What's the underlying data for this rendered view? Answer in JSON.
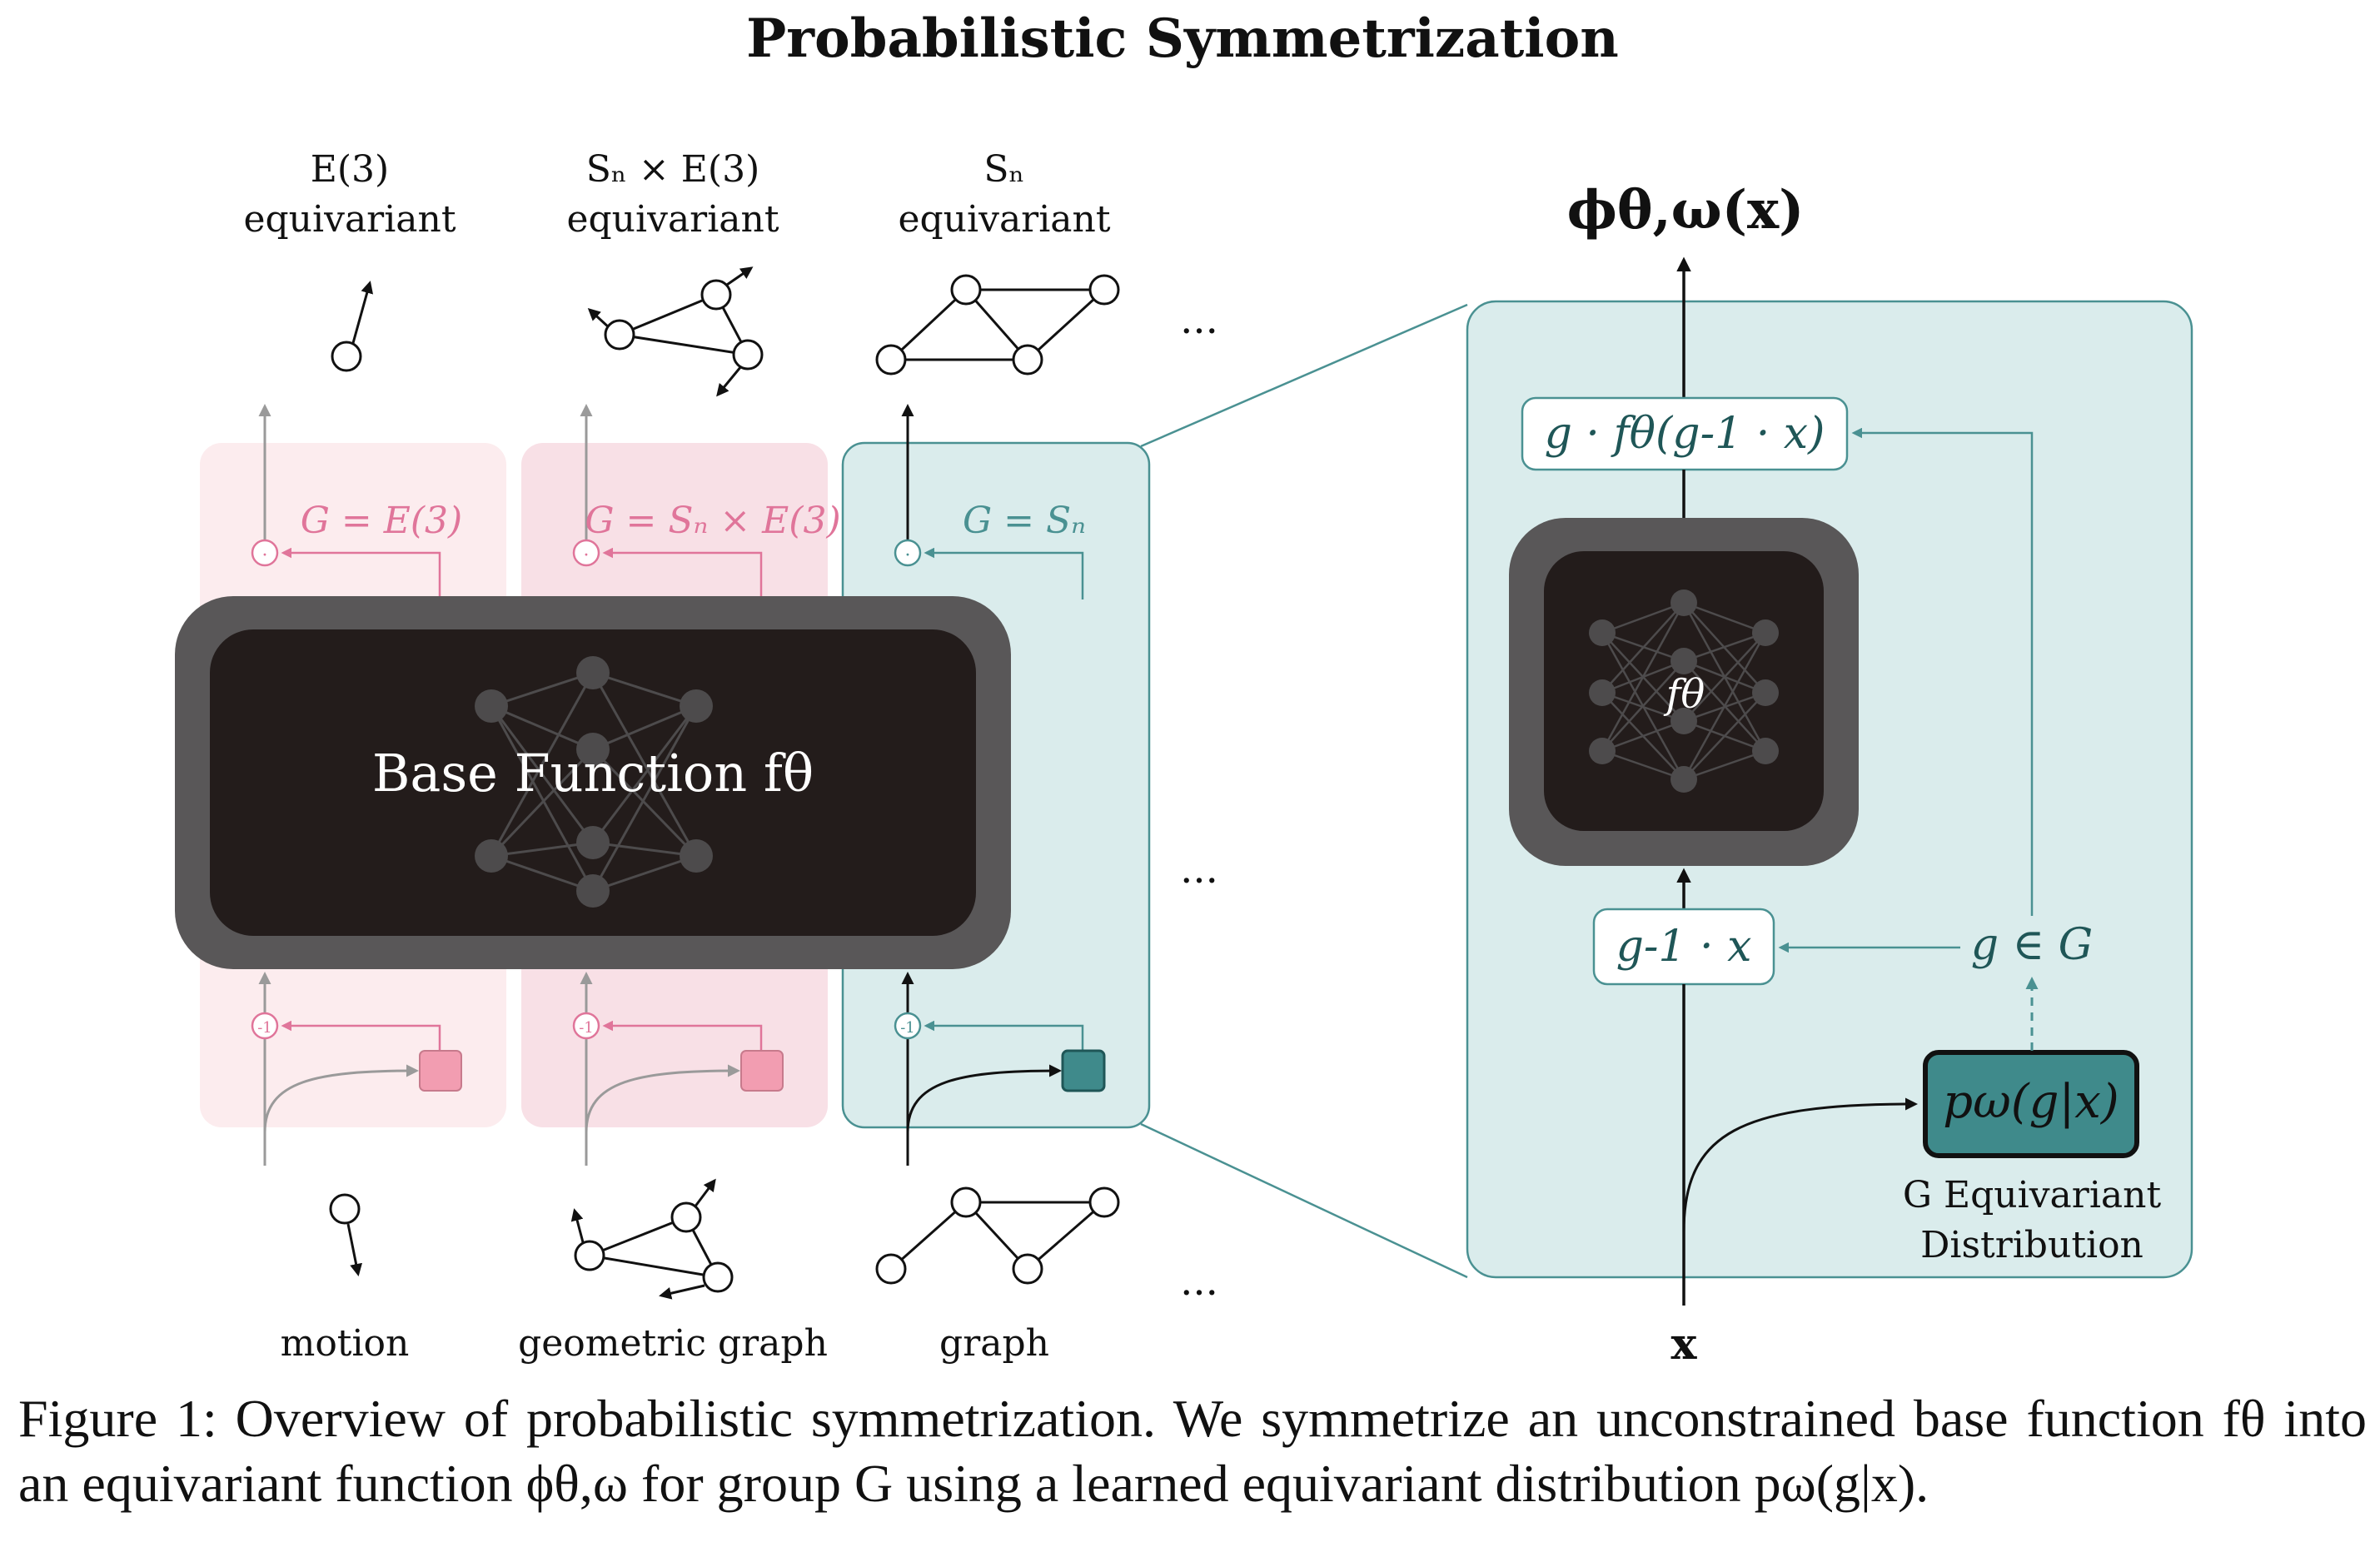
{
  "title": "Probabilistic Symmetrization",
  "columns": [
    {
      "group_label": "E(3)",
      "equiv_word": "equivariant",
      "g_label": "G = E(3)",
      "input_label": "motion"
    },
    {
      "group_label": "Sₙ × E(3)",
      "equiv_word": "equivariant",
      "g_label": "G = Sₙ × E(3)",
      "input_label": "geometric graph"
    },
    {
      "group_label": "Sₙ",
      "equiv_word": "equivariant",
      "g_label": "G = Sₙ",
      "input_label": "graph"
    }
  ],
  "ellipsis": "...",
  "base_function_label": "Base Function fθ",
  "ops": {
    "dot": "·",
    "inverse": "-1"
  },
  "detail": {
    "output_label": "ϕθ,ω(x)",
    "top_box": "g · fθ(g-1 · x)",
    "inner_net_label": "fθ",
    "mid_box": "g-1 · x",
    "sample_label": "g ∈ G",
    "dist_box": "pω(g|x)",
    "dist_caption_line1": "G Equivariant",
    "dist_caption_line2": "Distribution",
    "input_label": "x"
  },
  "caption": "Figure 1: Overview of probabilistic symmetrization. We symmetrize an unconstrained base function fθ into an equivariant function ϕθ,ω for group G using a learned equivariant distribution pω(g|x).",
  "colors": {
    "pink_text": "#e0759a",
    "pink_bg": "#fcecee",
    "pink_bg2": "#f8e0e6",
    "pink_box": "#f29db1",
    "teal": "#4a9192",
    "teal_dark": "#1f5657",
    "teal_bg": "#daecec",
    "teal_box": "#3f8a8b",
    "gray": "#9a9a9a",
    "dark_frame": "#595758",
    "dark_inner": "#231c1b",
    "node": "#4d4b4c"
  }
}
